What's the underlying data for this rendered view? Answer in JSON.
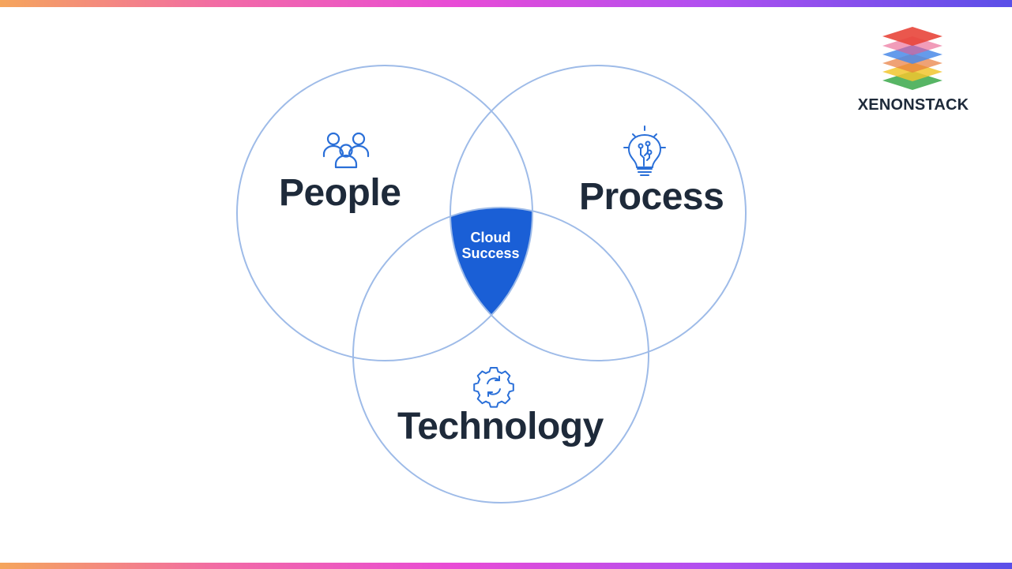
{
  "diagram": {
    "circles": [
      {
        "id": "people",
        "label": "People",
        "icon": "people-icon"
      },
      {
        "id": "process",
        "label": "Process",
        "icon": "lightbulb-icon"
      },
      {
        "id": "technology",
        "label": "Technology",
        "icon": "gear-sync-icon"
      }
    ],
    "intersection": {
      "line1": "Cloud",
      "line2": "Success"
    },
    "colors": {
      "circle_stroke": "#9ebbe8",
      "intersection_fill": "#1a5fd6",
      "icon_blue": "#2a6fd8",
      "label_text": "#1e2a3a"
    }
  },
  "brand": {
    "name": "XENONSTACK",
    "logo_icon": "stacked-layers-logo"
  }
}
